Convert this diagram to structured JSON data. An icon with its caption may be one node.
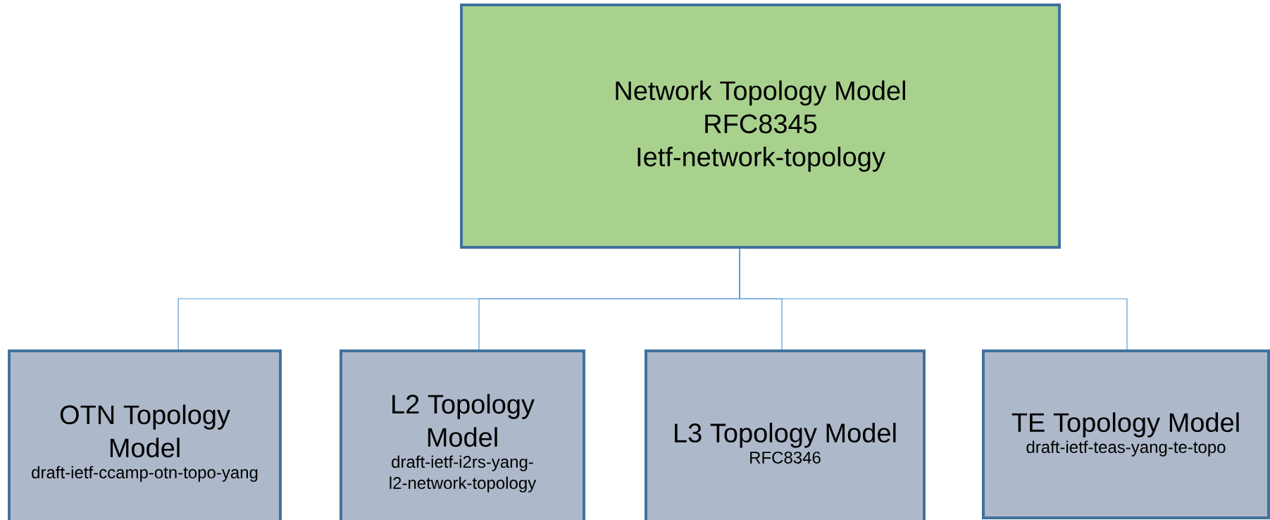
{
  "diagram": {
    "nodes": [
      {
        "text": [
          "Network Topology Model",
          "RFC8345",
          "Ietf-network-topology"
        ]
      },
      {
        "text": [
          "OTN Topology Model",
          "draft-ietf-ccamp-otn-topo-yang"
        ]
      },
      {
        "text": [
          "L2 Topology Model",
          "draft-ietf-i2rs-yang-l2-network-topology"
        ]
      },
      {
        "text": [
          "L3 Topology Model",
          "RFC8346"
        ]
      },
      {
        "text": [
          "TE Topology Model",
          "draft-ietf-teas-yang-te-topo"
        ]
      }
    ],
    "edges": [
      {
        "from": 0,
        "to": 1,
        "arrow": "none"
      },
      {
        "from": 0,
        "to": 2,
        "arrow": "none"
      },
      {
        "from": 0,
        "to": 3,
        "arrow": "none"
      },
      {
        "from": 0,
        "to": 4,
        "arrow": "none"
      }
    ]
  }
}
